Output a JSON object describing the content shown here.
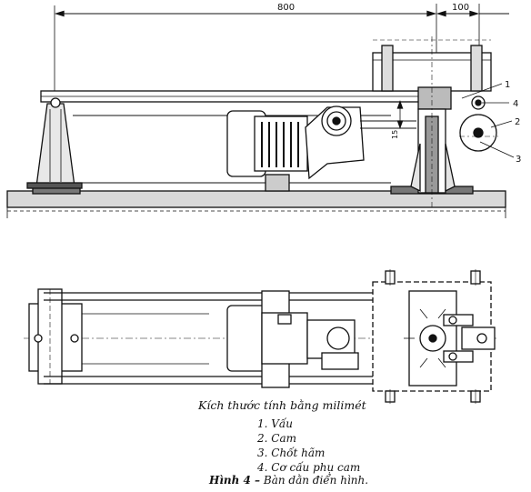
{
  "dimensions": {
    "overall": "800",
    "cam_offset": "100",
    "lift": "15"
  },
  "callouts": [
    "1",
    "4",
    "2",
    "3"
  ],
  "caption": {
    "dim_note": "Kích thước tính bằng milimét",
    "legend": [
      "1. Vấu",
      "2. Cam",
      "3. Chốt hãm",
      "4. Cơ cấu phụ cam"
    ],
    "figure_label": "Hình 4 –",
    "figure_title": " Bàn dằn điển hình."
  }
}
